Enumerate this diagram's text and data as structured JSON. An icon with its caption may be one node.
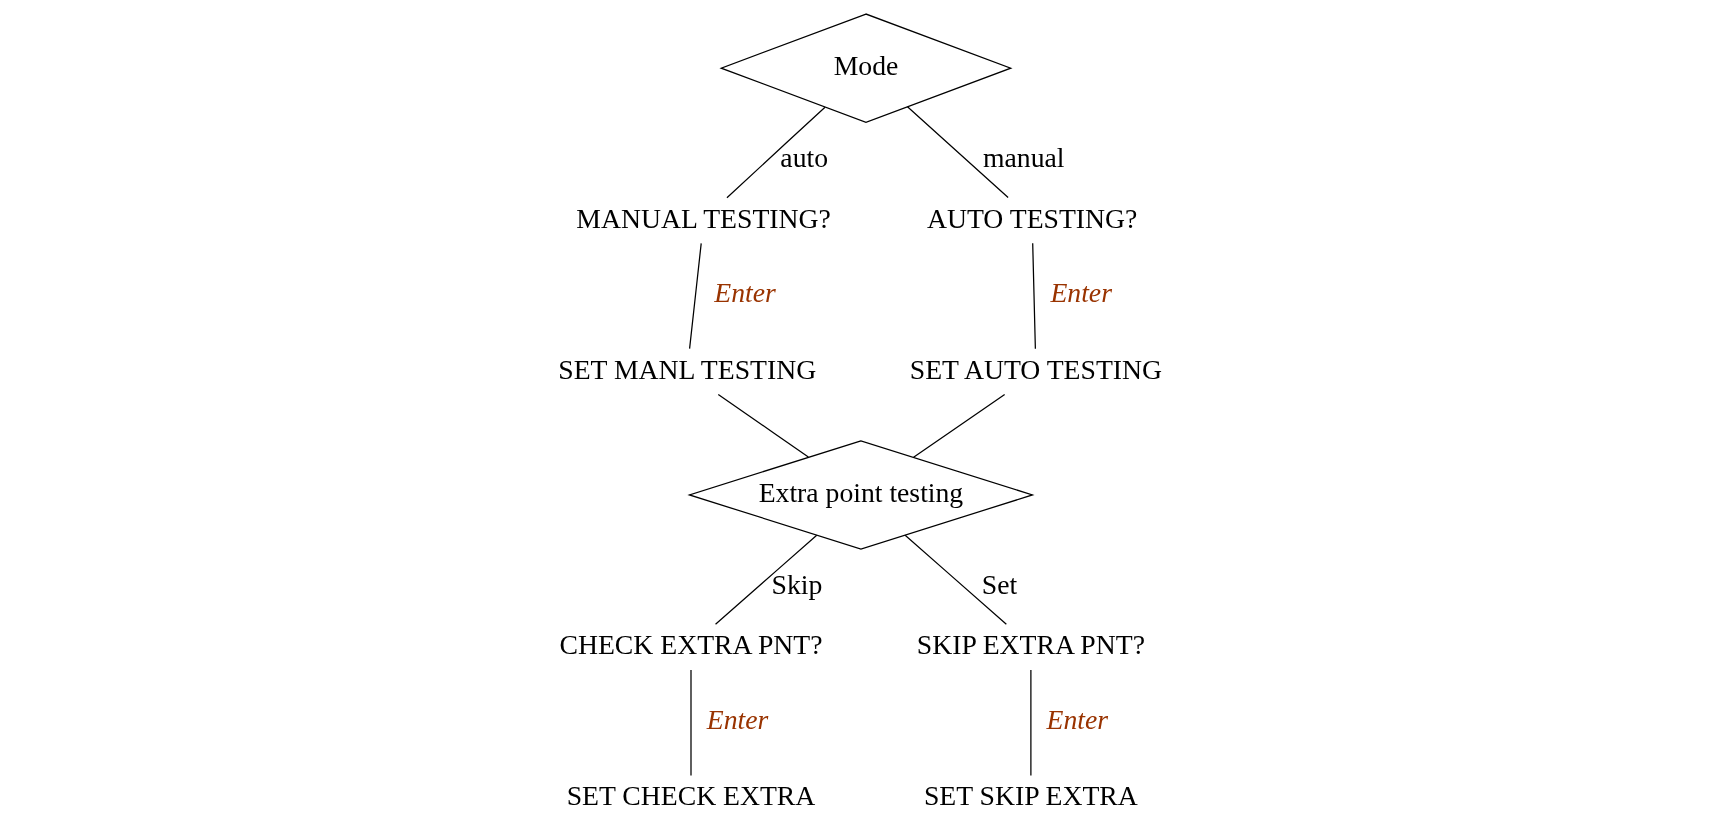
{
  "diagram": {
    "nodes": [
      {
        "text": [
          "Mode"
        ]
      },
      {
        "text": [
          "MANUAL TESTING?"
        ]
      },
      {
        "text": [
          "SET MANL TESTING"
        ]
      },
      {
        "text": [
          "AUTO TESTING?"
        ]
      },
      {
        "text": [
          "SET AUTO TESTING"
        ]
      },
      {
        "text": [
          "Extra point testing"
        ]
      },
      {
        "text": [
          "CHECK EXTRA PNT?"
        ]
      },
      {
        "text": [
          "SET CHECK EXTRA"
        ]
      },
      {
        "text": [
          "SKIP EXTRA PNT?"
        ]
      },
      {
        "text": [
          "SET SKIP EXTRA"
        ]
      }
    ],
    "edges": [
      {
        "from": 0,
        "to": 1,
        "arrow": "none",
        "label": "auto"
      },
      {
        "from": 1,
        "to": 2,
        "arrow": "none",
        "label": "Enter"
      },
      {
        "from": 0,
        "to": 3,
        "arrow": "none",
        "label": "manual"
      },
      {
        "from": 3,
        "to": 4,
        "arrow": "none",
        "label": "Enter"
      },
      {
        "from": 2,
        "to": 5,
        "arrow": "none"
      },
      {
        "from": 4,
        "to": 5,
        "arrow": "none"
      },
      {
        "from": 5,
        "to": 6,
        "arrow": "none",
        "label": "Skip"
      },
      {
        "from": 6,
        "to": 7,
        "arrow": "none",
        "label": "Enter"
      },
      {
        "from": 5,
        "to": 8,
        "arrow": "none",
        "label": "Set"
      },
      {
        "from": 8,
        "to": 9,
        "arrow": "none",
        "label": "Enter"
      }
    ]
  }
}
